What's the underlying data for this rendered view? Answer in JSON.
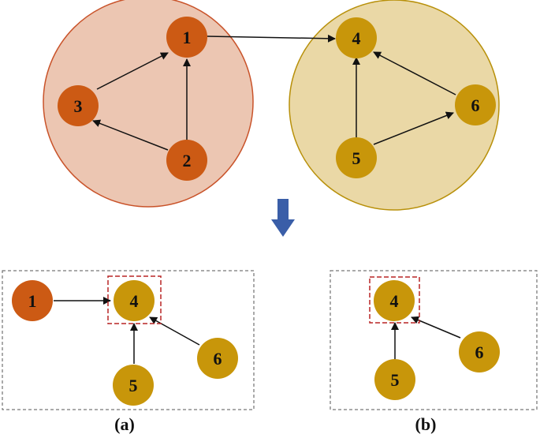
{
  "colors": {
    "orange_node": "#cc5a14",
    "gold_node": "#c8960a",
    "orange_group_fill": "#ecc6b2",
    "orange_group_stroke": "#c9532a",
    "gold_group_fill": "#ead8a6",
    "gold_group_stroke": "#b8900a",
    "edge": "#111111",
    "arrow_down": "#3a5ea8",
    "highlight_box": "#b82525",
    "panel_border": "#555555"
  },
  "top": {
    "nodes": [
      {
        "id": "1",
        "label": "1"
      },
      {
        "id": "2",
        "label": "2"
      },
      {
        "id": "3",
        "label": "3"
      },
      {
        "id": "4",
        "label": "4"
      },
      {
        "id": "5",
        "label": "5"
      },
      {
        "id": "6",
        "label": "6"
      }
    ],
    "edges": [
      {
        "from": "2",
        "to": "1"
      },
      {
        "from": "3",
        "to": "1"
      },
      {
        "from": "2",
        "to": "3"
      },
      {
        "from": "1",
        "to": "4"
      },
      {
        "from": "5",
        "to": "4"
      },
      {
        "from": "6",
        "to": "4"
      },
      {
        "from": "5",
        "to": "6"
      }
    ]
  },
  "panel_a": {
    "caption": "(a)",
    "nodes": [
      {
        "id": "1",
        "label": "1"
      },
      {
        "id": "4",
        "label": "4"
      },
      {
        "id": "5",
        "label": "5"
      },
      {
        "id": "6",
        "label": "6"
      }
    ],
    "edges": [
      {
        "from": "1",
        "to": "4"
      },
      {
        "from": "5",
        "to": "4"
      },
      {
        "from": "6",
        "to": "4"
      }
    ],
    "highlighted": "4"
  },
  "panel_b": {
    "caption": "(b)",
    "nodes": [
      {
        "id": "4",
        "label": "4"
      },
      {
        "id": "5",
        "label": "5"
      },
      {
        "id": "6",
        "label": "6"
      }
    ],
    "edges": [
      {
        "from": "5",
        "to": "4"
      },
      {
        "from": "6",
        "to": "4"
      }
    ],
    "highlighted": "4"
  }
}
